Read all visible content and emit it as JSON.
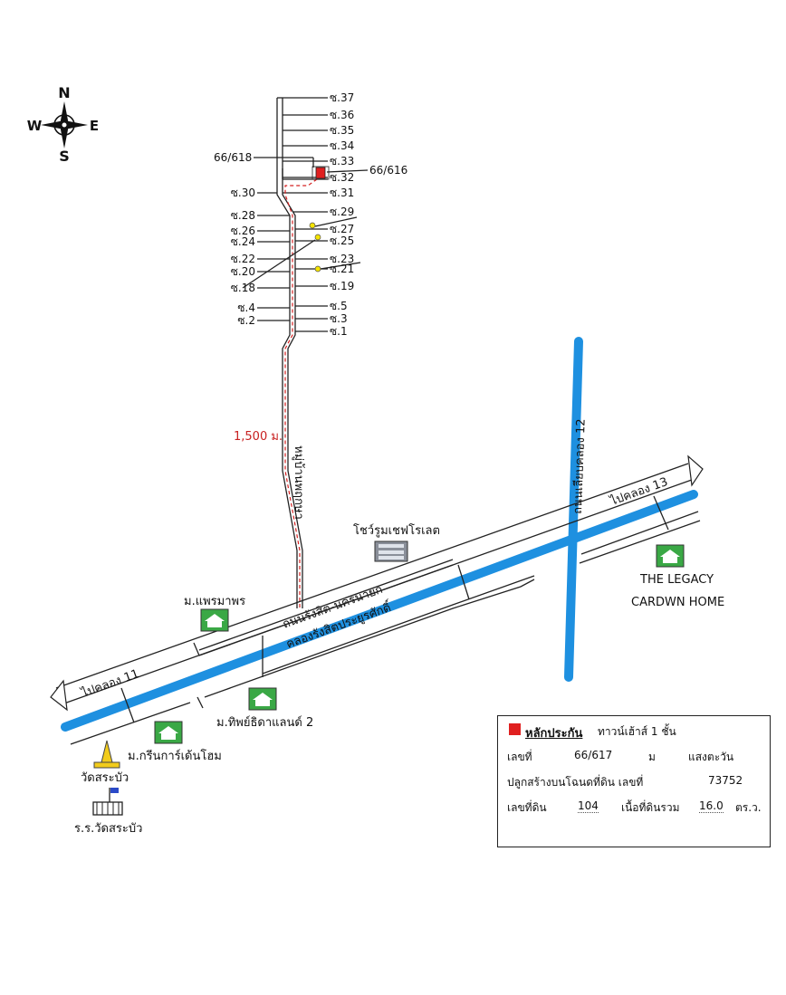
{
  "compass": {
    "n": "N",
    "s": "S",
    "e": "E",
    "w": "W"
  },
  "sois_right": [
    "ซ.37",
    "ซ.36",
    "ซ.35",
    "ซ.34",
    "ซ.33",
    "ซ.32",
    "ซ.31",
    "ซ.29",
    "ซ.27",
    "ซ.25",
    "ซ.23",
    "ซ.21",
    "ซ.19",
    "ซ.5",
    "ซ.3",
    "ซ.1"
  ],
  "sois_left": [
    "ซ.30",
    "ซ.28",
    "ซ.26",
    "ซ.24",
    "ซ.22",
    "ซ.20",
    "ซ.18",
    "ซ.4",
    "ซ.2"
  ],
  "house_numbers": {
    "left": "66/618",
    "right": "66/616"
  },
  "distance_label": "1,500 ม.",
  "roads": {
    "village_road": "หมู่บ้านพฤกษา",
    "rangsit_nakhon_nayok": "ถนนรังสิต-นครนายก",
    "canal_12_road": "ถนนเลียบคลอง 12",
    "to_klong_13": "ไปคลอง 13",
    "to_klong_11": "ไปคลอง 11"
  },
  "canal_label": "คลองรังสิตประยูรศักดิ์",
  "places": {
    "showroom": "โชว์รูมเชฟโรเลต",
    "legacy_line1": "THE LEGACY",
    "legacy_line2": "CARDWN HOME",
    "praemaphorn": "ม.แพรมาพร",
    "thipthida": "ม.ทิพย์ธิดาแลนด์ 2",
    "green_garden": "ม.กรีนการ์เด้นโฮม",
    "wat": "วัดสระบัว",
    "school": "ร.ร.วัดสระบัว"
  },
  "info": {
    "collateral_label": "หลักประกัน",
    "type": "ทาวน์เฮ้าส์ 1 ชั้น",
    "number_label": "เลขที่",
    "number": "66/617",
    "moo_label": "ม",
    "moo_value": "แสงตะวัน",
    "deed_label": "ปลูกสร้างบนโฉนดที่ดิน เลขที่",
    "deed_number": "73752",
    "land_no_label": "เลขที่ดิน",
    "land_no": "104",
    "area_label": "เนื้อที่ดินรวม",
    "area": "16.0",
    "area_unit": "ตร.ว."
  },
  "colors": {
    "canal": "#1e90e0",
    "marker": "#e02020",
    "route": "#d42020",
    "house_icon_bg": "#3aa845"
  }
}
